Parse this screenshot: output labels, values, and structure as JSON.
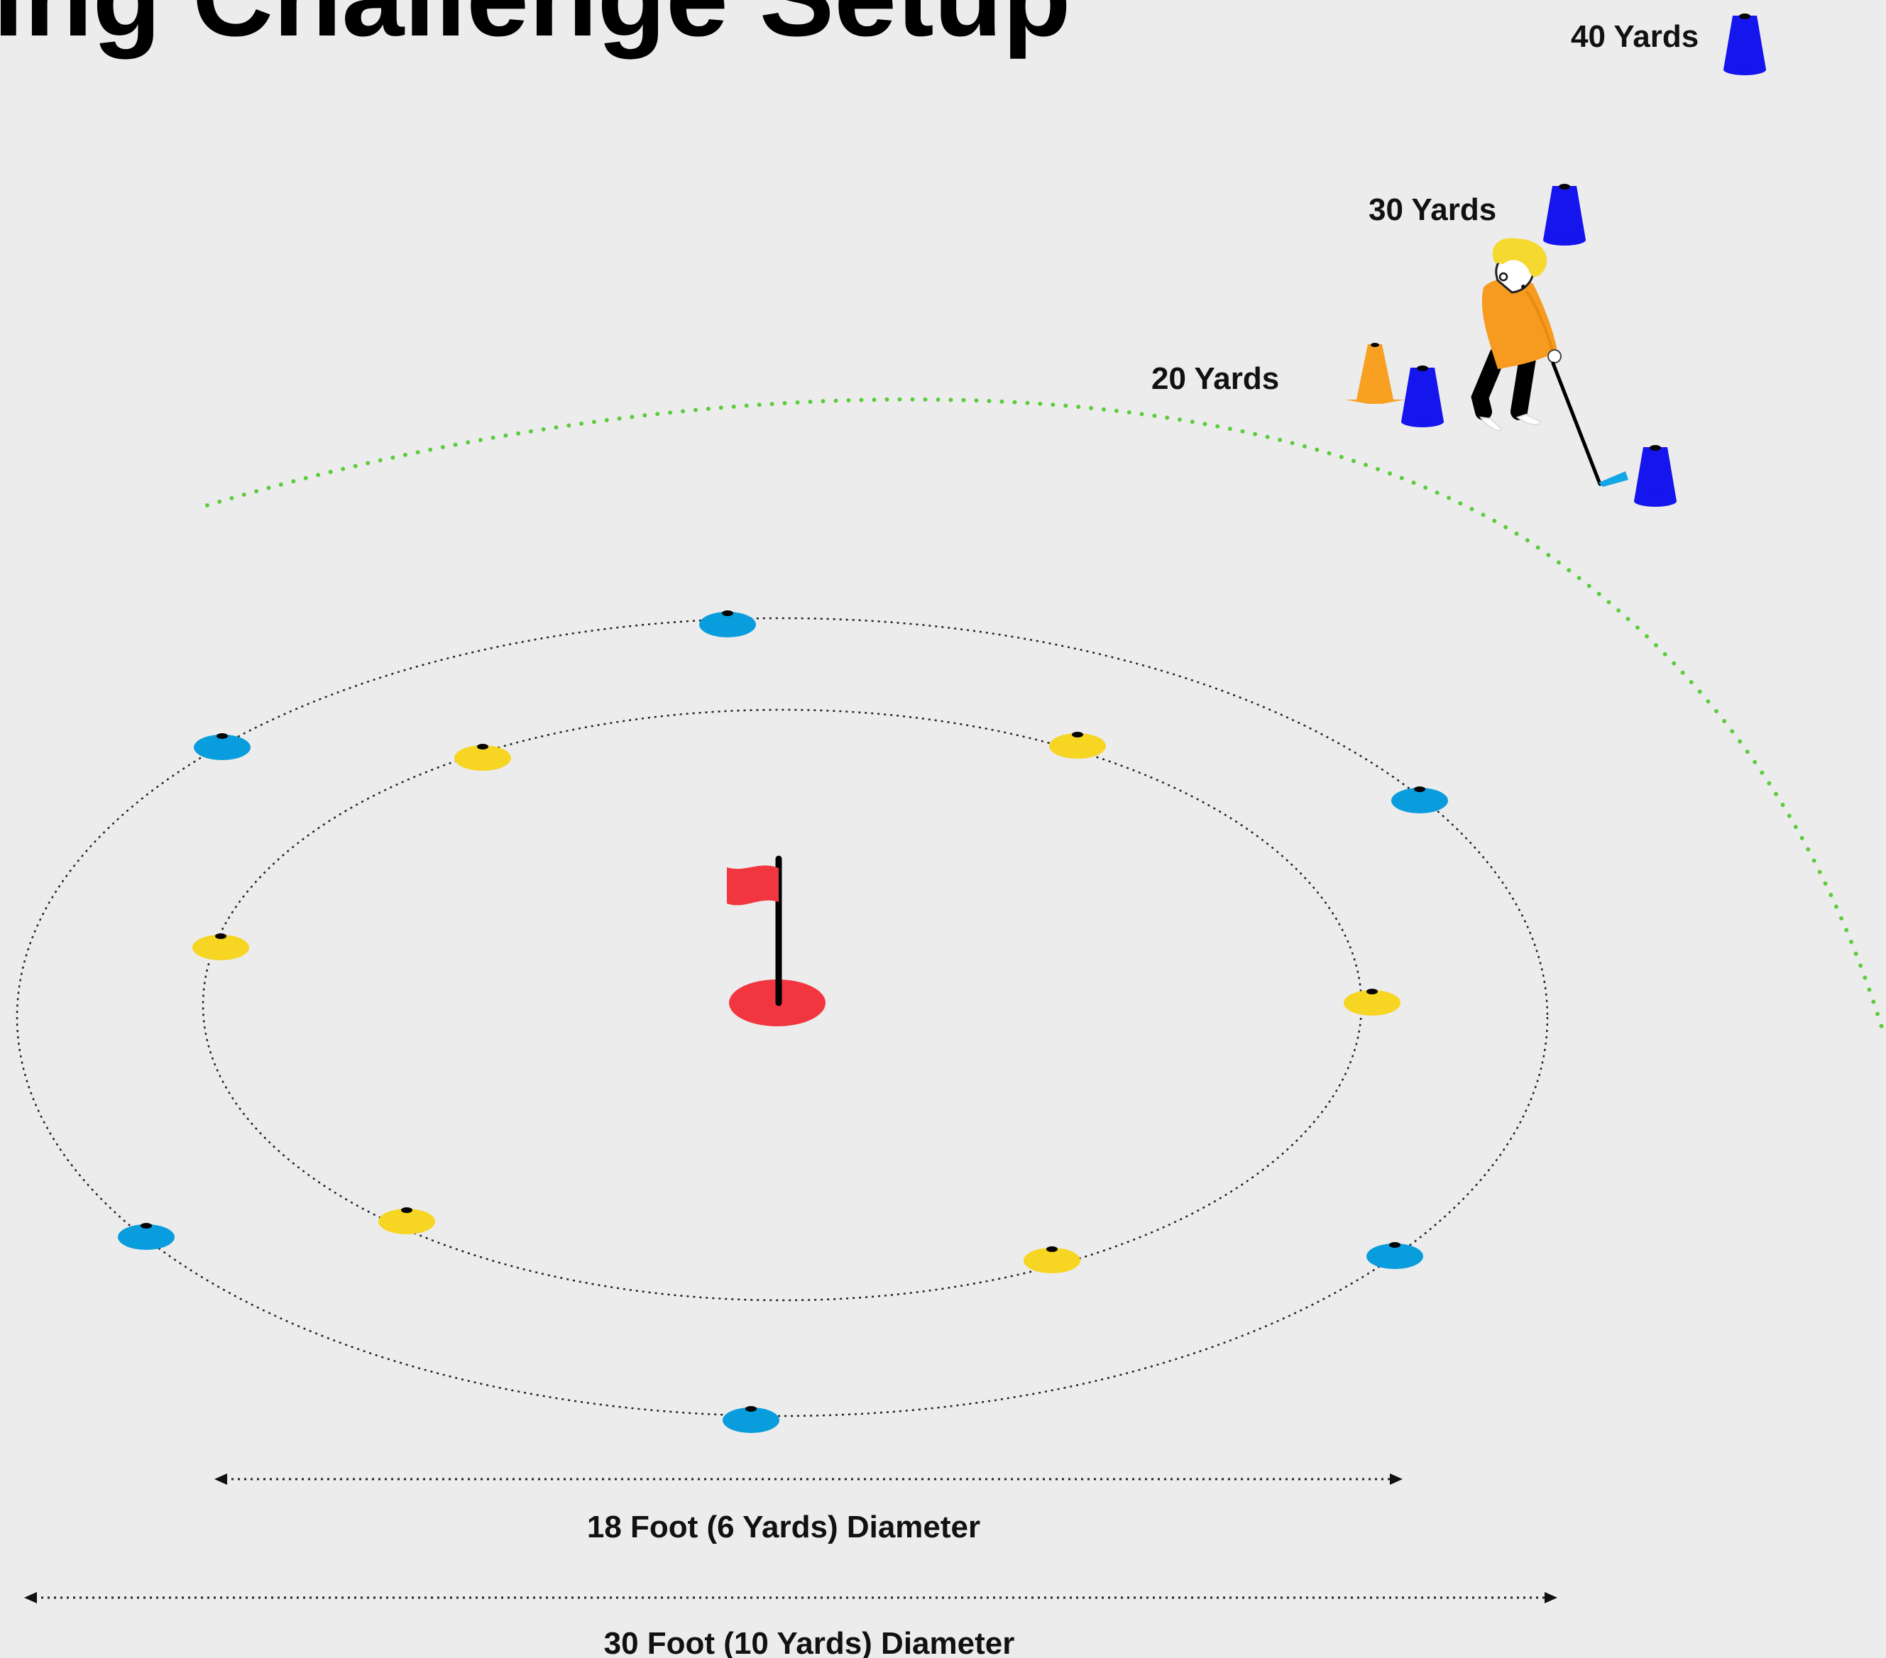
{
  "title": "ing Challenge Setup",
  "distance_labels": {
    "yards_40": "40 Yards",
    "yards_30": "30 Yards",
    "yards_20": "20 Yards"
  },
  "measurements": {
    "inner_diameter": "18 Foot (6 Yards) Diameter",
    "outer_diameter": "30 Foot (10 Yards) Diameter"
  },
  "colors": {
    "background": "#ececec",
    "tall_cone": "#1515ee",
    "orange_cone": "#f7a022",
    "inner_disc_cone": "#f6d523",
    "outer_disc_cone": "#0a9ddd",
    "hole_and_flag": "#f23640",
    "ball_path": "#5ccc3c",
    "player_shirt": "#f79b20",
    "player_hair": "#f5d830"
  },
  "icons": [
    "golf-flag-icon",
    "golfer-icon",
    "disc-cone-icon",
    "tall-cone-icon"
  ]
}
